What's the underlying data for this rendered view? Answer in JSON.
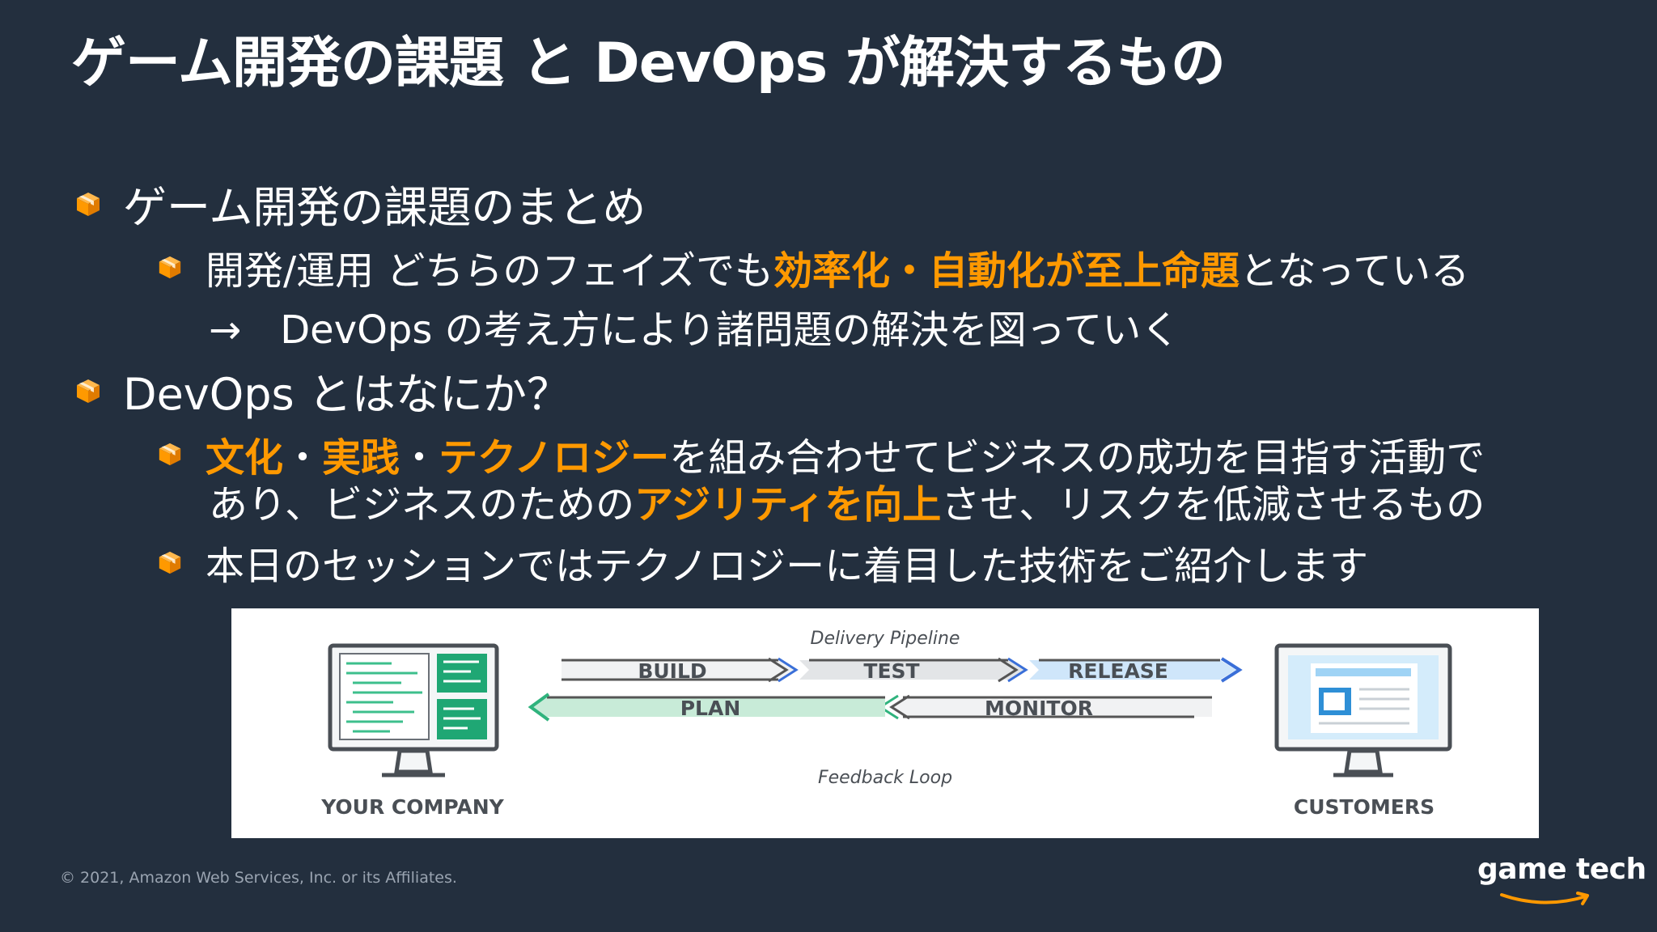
{
  "title": "ゲーム開発の課題 と DevOps が解決するもの",
  "bullets": {
    "b1": "ゲーム開発の課題のまとめ",
    "b1_1_pre": "開発/運用 どちらのフェイズでも ",
    "b1_1_hl": "効率化・自動化が至上命題",
    "b1_1_post": " となっている",
    "b1_2": "→　DevOps の考え方により諸問題の解決を図っていく",
    "b2": "DevOps とはなにか？",
    "b2_1_hl1": "文化",
    "b2_1_sep1": "・",
    "b2_1_hl2": "実践",
    "b2_1_sep2": "・",
    "b2_1_hl3": "テクノロジー",
    "b2_1_rest": "を組み合わせてビジネスの成功を目指す活動で",
    "b2_1_line2_pre": "あり、ビジネスのための",
    "b2_1_line2_hl": "アジリティを向上",
    "b2_1_line2_post": "させ、リスクを低減させるもの",
    "b2_2": "本日のセッションではテクノロジーに着目した技術をご紹介します"
  },
  "diagram": {
    "delivery_label": "Delivery Pipeline",
    "feedback_label": "Feedback Loop",
    "build": "BUILD",
    "test": "TEST",
    "release": "RELEASE",
    "plan": "PLAN",
    "monitor": "MONITOR",
    "company": "YOUR COMPANY",
    "customers": "CUSTOMERS"
  },
  "footer": "© 2021, Amazon Web Services, Inc. or its Affiliates.",
  "logo": "game tech",
  "colors": {
    "background": "#232f3e",
    "accent": "#ff9900",
    "diagram_green": "#2fb37d",
    "diagram_blue": "#3a6fd8"
  }
}
